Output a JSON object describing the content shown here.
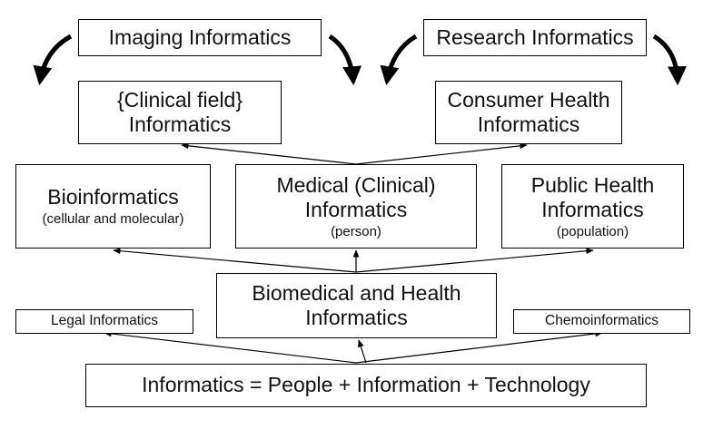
{
  "imaging": "Imaging Informatics",
  "research": "Research Informatics",
  "clinical_field": {
    "line1": "{Clinical field}",
    "line2": "Informatics"
  },
  "consumer": {
    "line1": "Consumer Health",
    "line2": "Informatics"
  },
  "bioinformatics": {
    "line1": "Bioinformatics",
    "sub": "(cellular and molecular)"
  },
  "medical": {
    "line1": "Medical (Clinical)",
    "line2": "Informatics",
    "sub": "(person)"
  },
  "public_health": {
    "line1": "Public Health",
    "line2": "Informatics",
    "sub": "(population)"
  },
  "biomedical": {
    "line1": "Biomedical and Health",
    "line2": "Informatics"
  },
  "legal": "Legal Informatics",
  "chemo": "Chemoinformatics",
  "base": "Informatics = People + Information + Technology"
}
